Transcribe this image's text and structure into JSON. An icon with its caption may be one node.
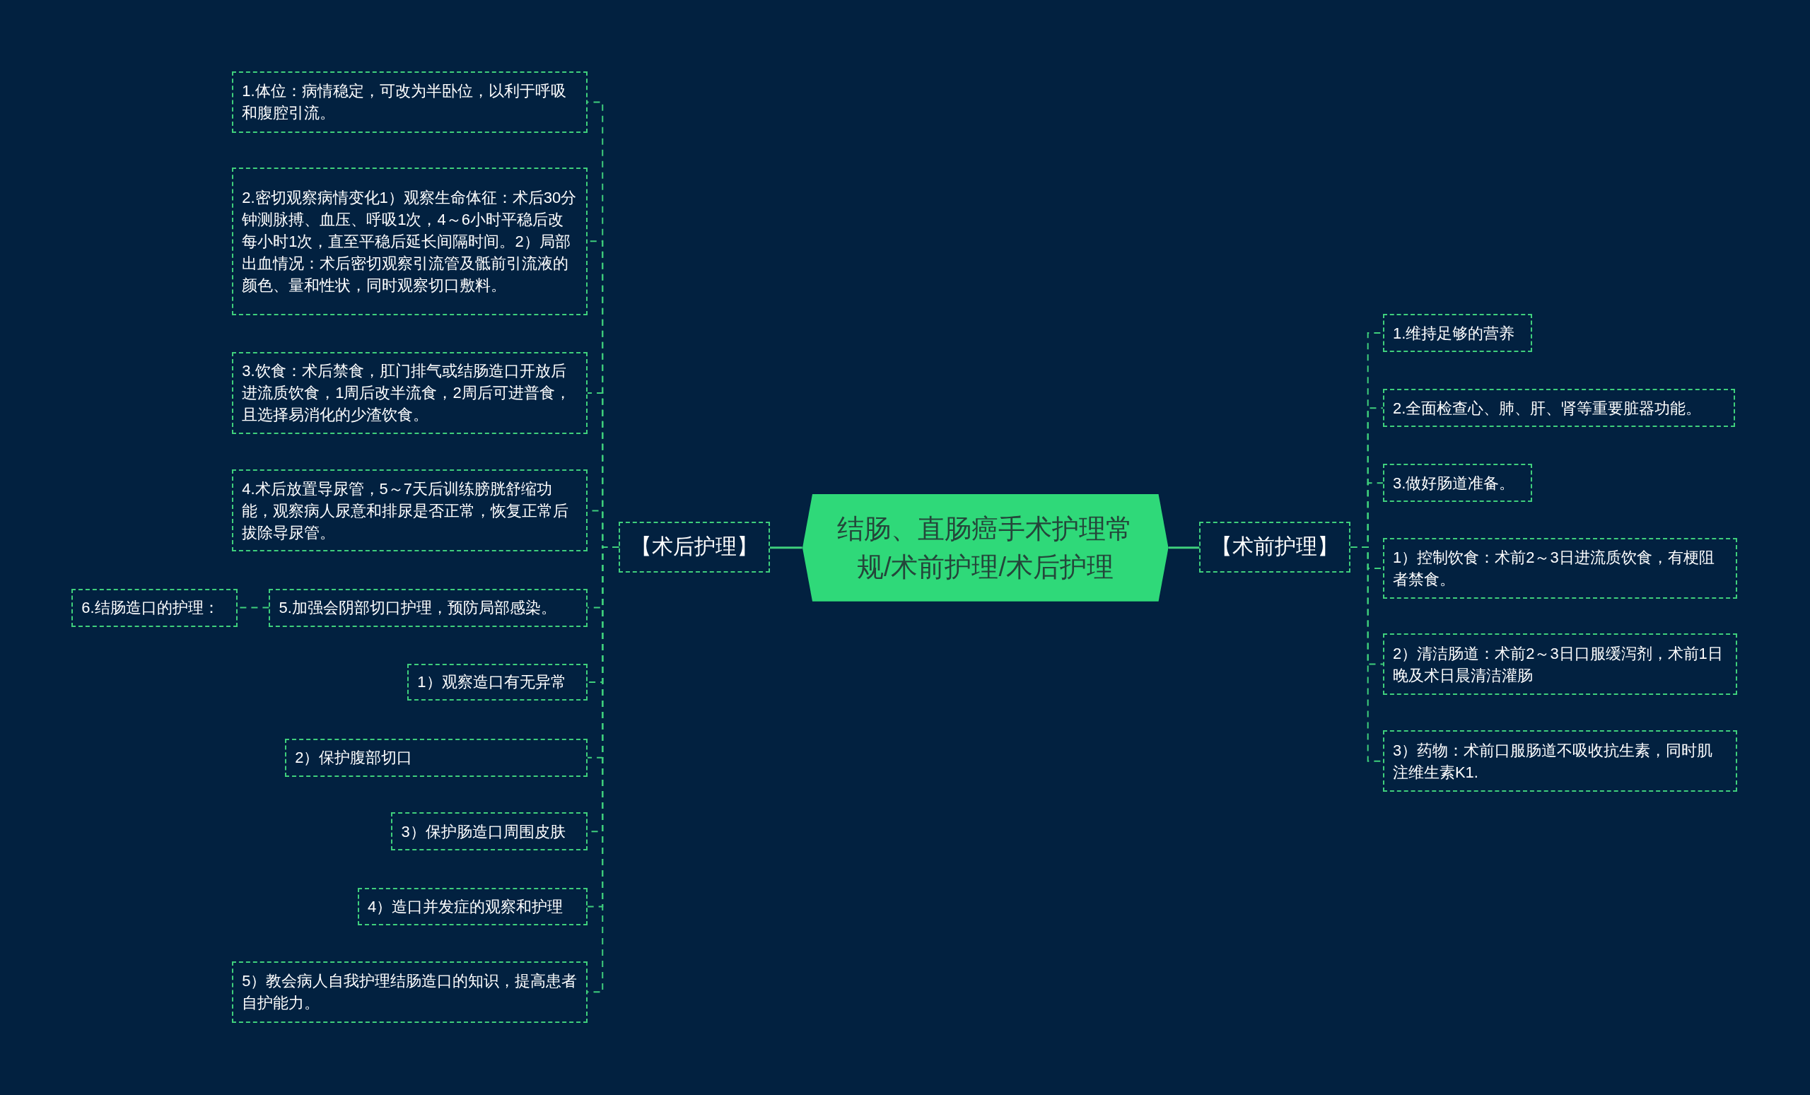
{
  "diagram": {
    "nodes": [
      {
        "text": [
          "结肠、直肠癌手术护理常规/术前护理/术后护理"
        ]
      },
      {
        "text": [
          "【术后护理】"
        ]
      },
      {
        "text": [
          "【术前护理】"
        ]
      },
      {
        "text": [
          "1.体位：病情稳定，可改为半卧位，以利于呼吸和腹腔引流。"
        ]
      },
      {
        "text": [
          "2.密切观察病情变化1）观察生命体征：术后30分钟测脉搏、血压、呼吸1次，4～6小时平稳后改每小时1次，直至平稳后延长间隔时间。2）局部出血情况：术后密切观察引流管及骶前引流液的颜色、量和性状，同时观察切口敷料。"
        ]
      },
      {
        "text": [
          "3.饮食：术后禁食，肛门排气或结肠造口开放后进流质饮食，1周后改半流食，2周后可进普食，且选择易消化的少渣饮食。"
        ]
      },
      {
        "text": [
          "4.术后放置导尿管，5～7天后训练膀胱舒缩功能，观察病人尿意和排尿是否正常，恢复正常后拔除导尿管。"
        ]
      },
      {
        "text": [
          "5.加强会阴部切口护理，预防局部感染。"
        ]
      },
      {
        "text": [
          "6.结肠造口的护理："
        ]
      },
      {
        "text": [
          "1）观察造口有无异常"
        ]
      },
      {
        "text": [
          "2）保护腹部切口"
        ]
      },
      {
        "text": [
          "3）保护肠造口周围皮肤"
        ]
      },
      {
        "text": [
          "4）造口并发症的观察和护理"
        ]
      },
      {
        "text": [
          "5）教会病人自我护理结肠造口的知识，提高患者自护能力。"
        ]
      },
      {
        "text": [
          "1.维持足够的营养"
        ]
      },
      {
        "text": [
          "2.全面检查心、肺、肝、肾等重要脏器功能。"
        ]
      },
      {
        "text": [
          "3.做好肠道准备。"
        ]
      },
      {
        "text": [
          "1）控制饮食：术前2～3日进流质饮食，有梗阻者禁食。"
        ]
      },
      {
        "text": [
          "2）清洁肠道：术前2～3日口服缓泻剂，术前1日晚及术日晨清洁灌肠"
        ]
      },
      {
        "text": [
          "3）药物：术前口服肠道不吸收抗生素，同时肌注维生素K1."
        ]
      }
    ],
    "edges": [
      {
        "from": 0,
        "to": 1,
        "arrow": "none"
      },
      {
        "from": 0,
        "to": 2,
        "arrow": "none"
      },
      {
        "from": 1,
        "to": 3,
        "arrow": "none",
        "style": "dashed"
      },
      {
        "from": 1,
        "to": 4,
        "arrow": "none",
        "style": "dashed"
      },
      {
        "from": 1,
        "to": 5,
        "arrow": "none",
        "style": "dashed"
      },
      {
        "from": 1,
        "to": 6,
        "arrow": "none",
        "style": "dashed"
      },
      {
        "from": 1,
        "to": 7,
        "arrow": "none",
        "style": "dashed"
      },
      {
        "from": 7,
        "to": 8,
        "arrow": "none",
        "style": "dashed"
      },
      {
        "from": 1,
        "to": 9,
        "arrow": "none",
        "style": "dashed"
      },
      {
        "from": 1,
        "to": 10,
        "arrow": "none",
        "style": "dashed"
      },
      {
        "from": 1,
        "to": 11,
        "arrow": "none",
        "style": "dashed"
      },
      {
        "from": 1,
        "to": 12,
        "arrow": "none",
        "style": "dashed"
      },
      {
        "from": 1,
        "to": 13,
        "arrow": "none",
        "style": "dashed"
      },
      {
        "from": 2,
        "to": 14,
        "arrow": "none",
        "style": "dashed"
      },
      {
        "from": 2,
        "to": 15,
        "arrow": "none",
        "style": "dashed"
      },
      {
        "from": 2,
        "to": 16,
        "arrow": "none",
        "style": "dashed"
      },
      {
        "from": 2,
        "to": 17,
        "arrow": "none",
        "style": "dashed"
      },
      {
        "from": 2,
        "to": 18,
        "arrow": "none",
        "style": "dashed"
      },
      {
        "from": 2,
        "to": 19,
        "arrow": "none",
        "style": "dashed"
      }
    ]
  }
}
